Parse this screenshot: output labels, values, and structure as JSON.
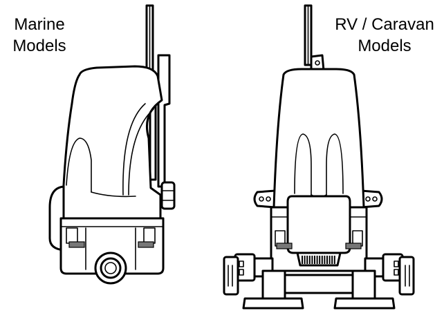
{
  "labels": {
    "marine": {
      "line1": "Marine",
      "line2": "Models"
    },
    "rv": {
      "line1": "RV / Caravan",
      "line2": "Models"
    }
  },
  "colors": {
    "outline": "#000000",
    "body_fill": "#ffffff",
    "shade": "#777777"
  }
}
